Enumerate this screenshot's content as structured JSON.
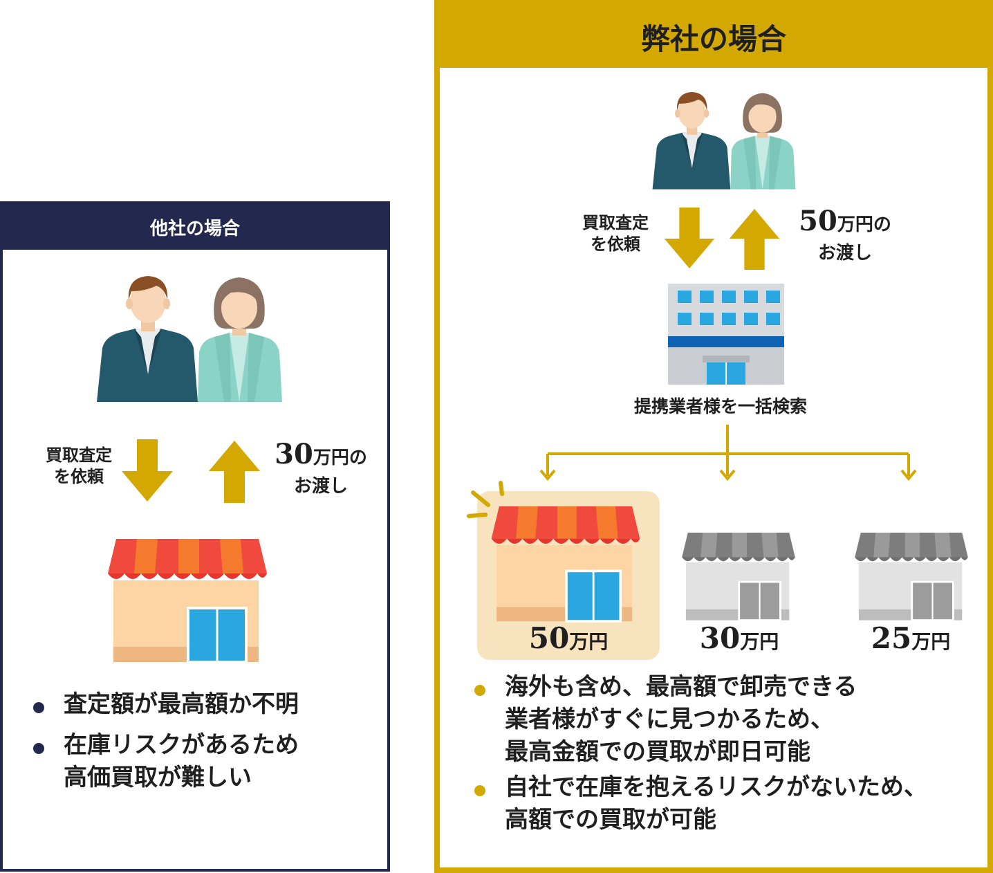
{
  "colors": {
    "navy": "#23284f",
    "gold": "#d3a800",
    "arrow_gold": "#d3a800",
    "awning_red": "#f0493e",
    "awning_orange": "#f57a2e",
    "shop_wall": "#fdd4a4",
    "window_blue": "#2aa7e1",
    "highlight_bg": "#f7e3bd",
    "gray_shop": "#8a8a8a"
  },
  "left": {
    "title": "他社の場合",
    "request_line1": "買取査定",
    "request_line2": "を依頼",
    "amount_number": "30",
    "amount_unit": "万円の",
    "handover": "お渡し",
    "bullets": [
      {
        "lines": [
          "査定額が最高額か不明"
        ]
      },
      {
        "lines": [
          "在庫リスクがあるため",
          "高価買取が難しい"
        ]
      }
    ]
  },
  "right": {
    "title": "弊社の場合",
    "request_line1": "買取査定",
    "request_line2": "を依頼",
    "amount_number": "50",
    "amount_unit": "万円の",
    "handover": "お渡し",
    "search_label": "提携業者様を一括検索",
    "shops": [
      {
        "number": "50",
        "unit": "万円",
        "highlighted": true
      },
      {
        "number": "30",
        "unit": "万円",
        "highlighted": false
      },
      {
        "number": "25",
        "unit": "万円",
        "highlighted": false
      }
    ],
    "bullets": [
      {
        "lines": [
          "海外も含め、最高額で卸売できる",
          "業者様がすぐに見つかるため、",
          "最高金額での買取が即日可能"
        ]
      },
      {
        "lines": [
          "自社で在庫を抱えるリスクがないため、",
          "高額での買取が可能"
        ]
      }
    ]
  }
}
